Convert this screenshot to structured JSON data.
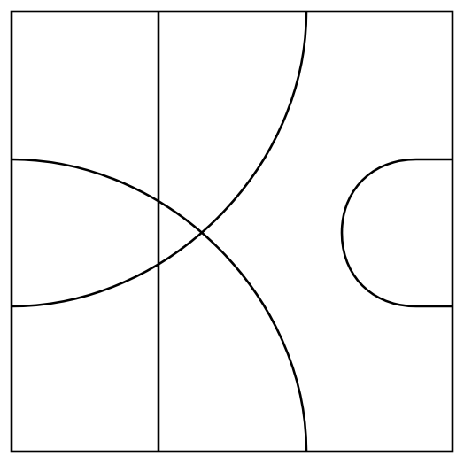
{
  "diagram": {
    "stroke_color": "#000000",
    "background_color": "#ffffff",
    "elements": [
      "square-frame",
      "vertical-line",
      "arc-top-to-left",
      "arc-left-to-bottom",
      "half-loop-right"
    ]
  }
}
